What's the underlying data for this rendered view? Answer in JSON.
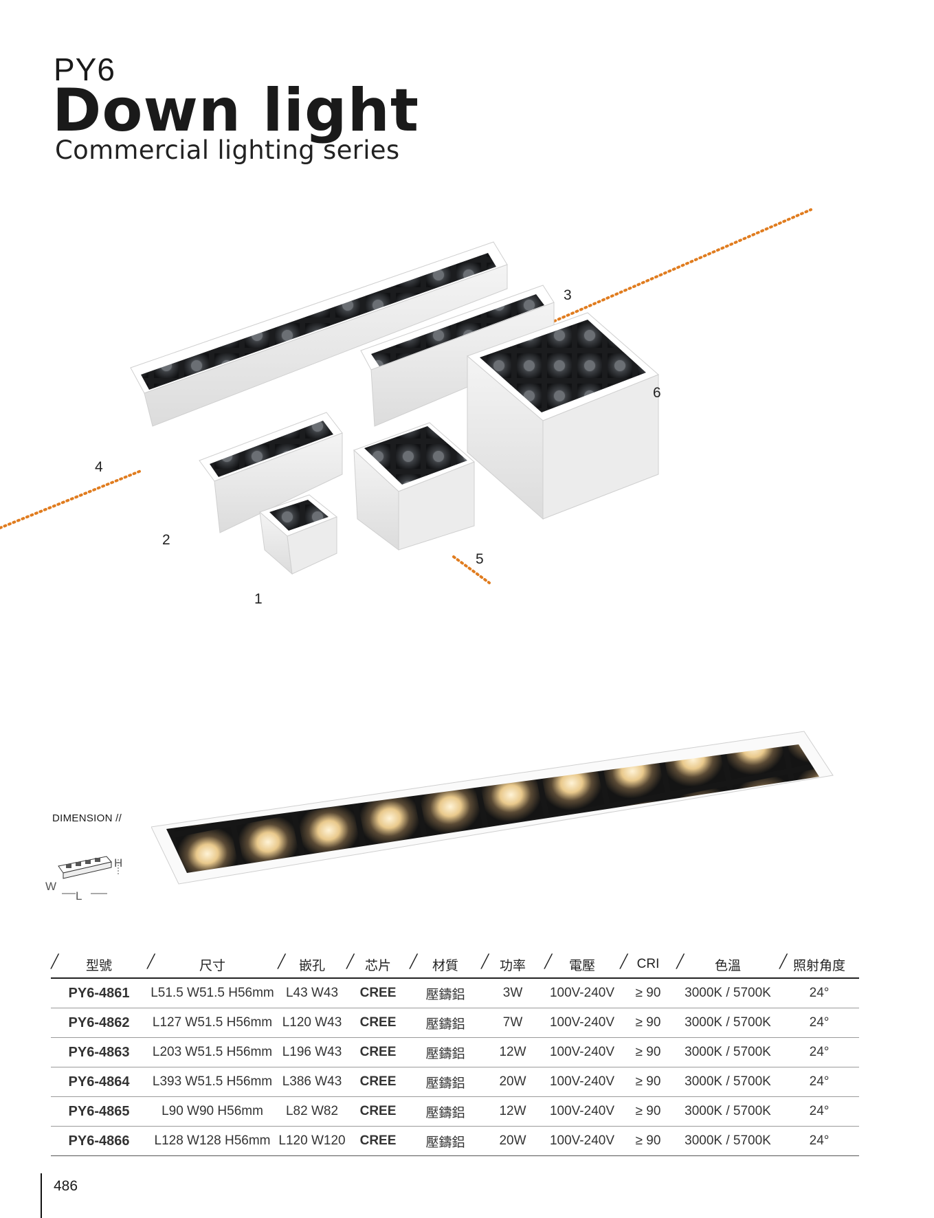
{
  "header": {
    "model": "PY6",
    "title": "Down light",
    "subtitle": "Commercial lighting series"
  },
  "colors": {
    "accent_dotted_line": "#e07c1f",
    "chip_text": "#1f5ca6",
    "text": "#1a1a1a"
  },
  "callouts": [
    "1",
    "2",
    "3",
    "4",
    "5",
    "6"
  ],
  "dimension": {
    "label": "DIMENSION //",
    "h": "H",
    "w": "W",
    "l": "L"
  },
  "table": {
    "headers": [
      "型號",
      "尺寸",
      "嵌孔",
      "芯片",
      "材質",
      "功率",
      "電壓",
      "CRI",
      "色溫",
      "照射角度"
    ],
    "rows": [
      [
        "PY6-4861",
        "L51.5 W51.5 H56mm",
        "L43 W43",
        "CREE",
        "壓鑄鋁",
        "3W",
        "100V-240V",
        "≥ 90",
        "3000K / 5700K",
        "24°"
      ],
      [
        "PY6-4862",
        "L127 W51.5 H56mm",
        "L120 W43",
        "CREE",
        "壓鑄鋁",
        "7W",
        "100V-240V",
        "≥ 90",
        "3000K / 5700K",
        "24°"
      ],
      [
        "PY6-4863",
        "L203 W51.5 H56mm",
        "L196 W43",
        "CREE",
        "壓鑄鋁",
        "12W",
        "100V-240V",
        "≥ 90",
        "3000K / 5700K",
        "24°"
      ],
      [
        "PY6-4864",
        "L393 W51.5 H56mm",
        "L386 W43",
        "CREE",
        "壓鑄鋁",
        "20W",
        "100V-240V",
        "≥ 90",
        "3000K / 5700K",
        "24°"
      ],
      [
        "PY6-4865",
        "L90 W90 H56mm",
        "L82 W82",
        "CREE",
        "壓鑄鋁",
        "12W",
        "100V-240V",
        "≥ 90",
        "3000K / 5700K",
        "24°"
      ],
      [
        "PY6-4866",
        "L128 W128 H56mm",
        "L120 W120",
        "CREE",
        "壓鑄鋁",
        "20W",
        "100V-240V",
        "≥ 90",
        "3000K / 5700K",
        "24°"
      ]
    ]
  },
  "page_number": "486"
}
